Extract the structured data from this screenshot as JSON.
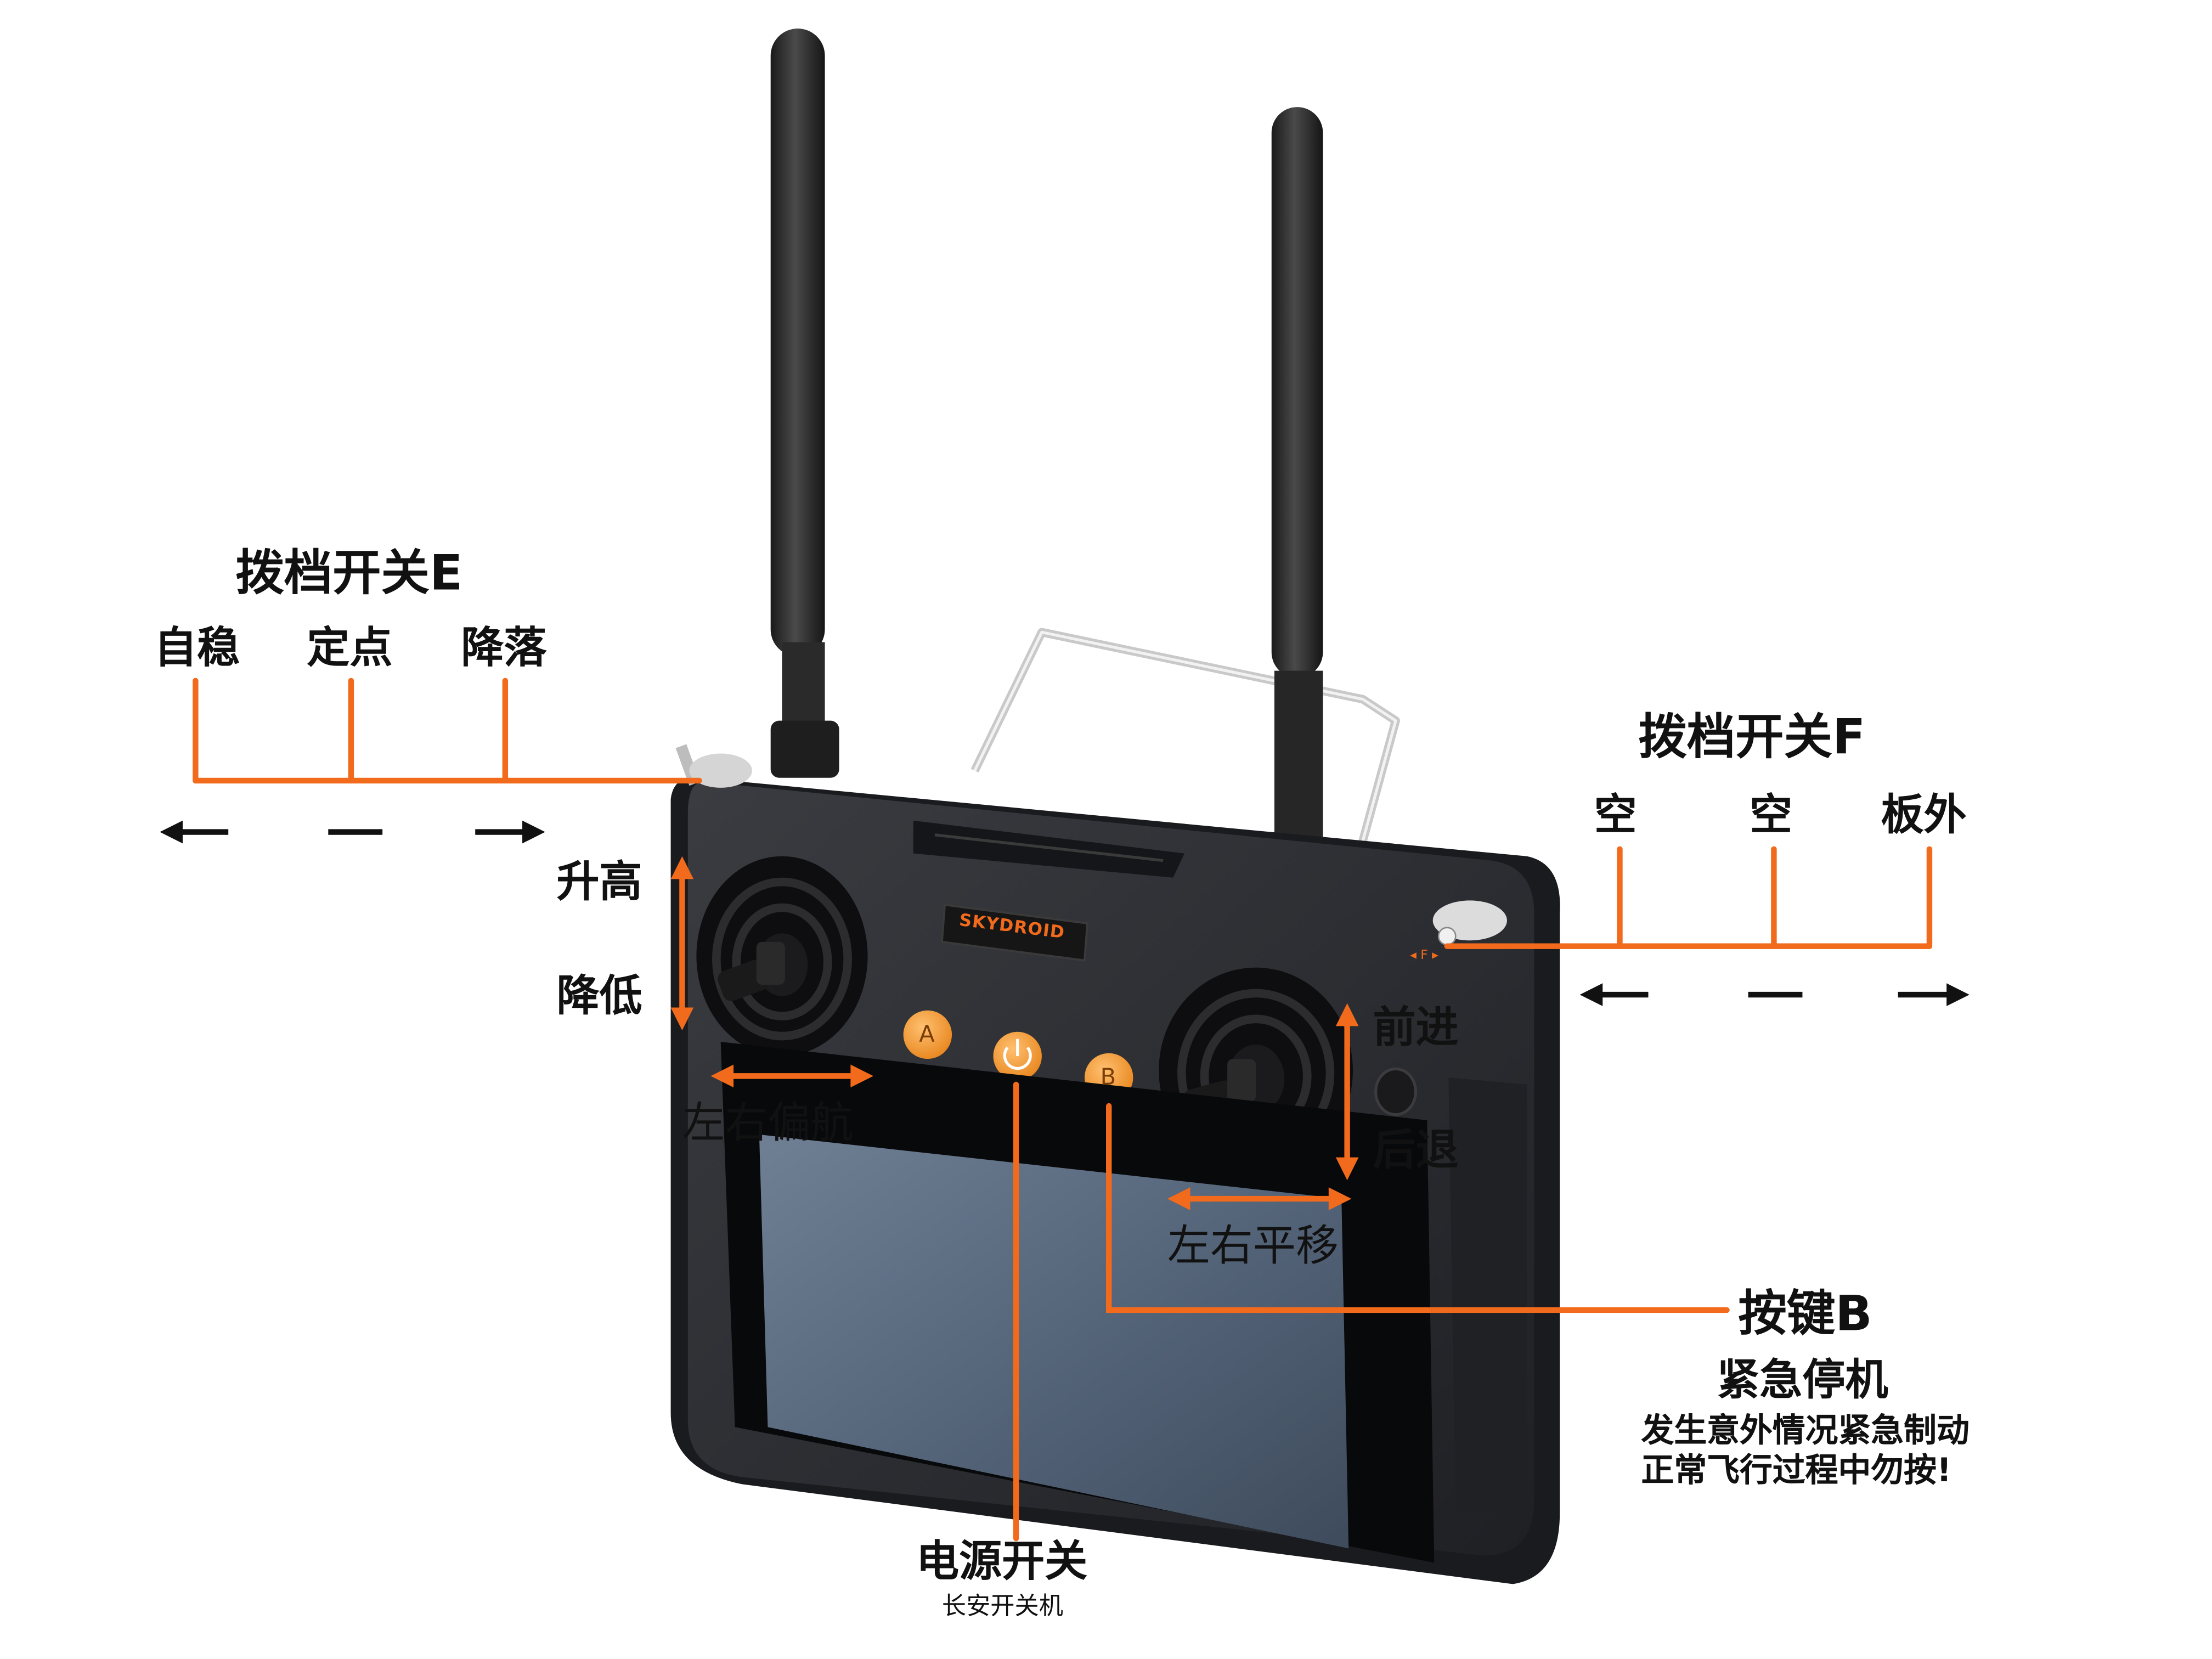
{
  "switch_e": {
    "title": "拨档开关E",
    "positions": [
      "自稳",
      "定点",
      "降落"
    ]
  },
  "switch_f": {
    "title": "拨档开关F",
    "positions": [
      "空",
      "空",
      "板外"
    ]
  },
  "left_stick": {
    "up": "升高",
    "down": "降低",
    "lateral": "左右偏航"
  },
  "right_stick": {
    "up": "前进",
    "down": "后退",
    "lateral": "左右平移"
  },
  "device": {
    "brand": "SKYDROID",
    "button_a": "A",
    "button_b": "B"
  },
  "power": {
    "title": "电源开关",
    "note": "长安开关机"
  },
  "button_b_callout": {
    "title": "按键B",
    "subtitle": "紧急停机",
    "note_1": "发生意外情况紧急制动",
    "note_2": "正常飞行过程中勿按!"
  },
  "colors": {
    "accent": "#f26a1b",
    "body": "#2b2d31",
    "button": "#f59a2e"
  }
}
